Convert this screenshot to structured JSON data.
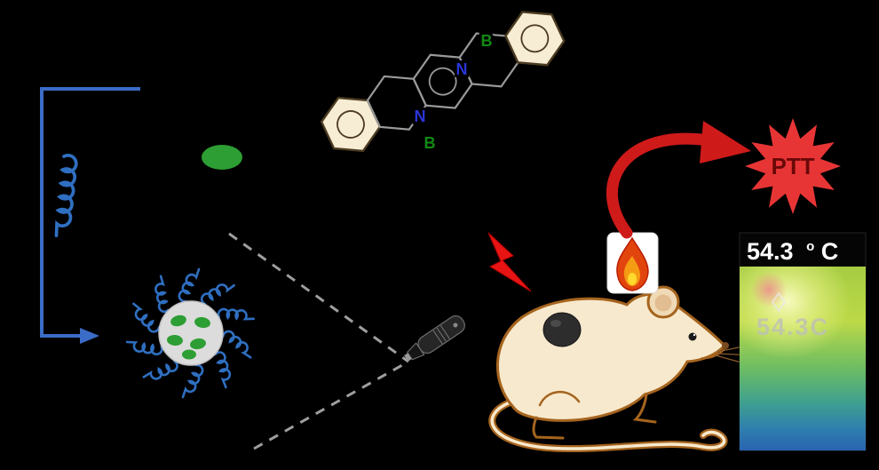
{
  "figure": {
    "background": "#000000",
    "molecule": {
      "name": "BN-doped-acene-structure",
      "ring_fill": "#f7ecd4",
      "bond_color": "#9a9a9a",
      "outline_color": "#4a3a20",
      "atoms": [
        {
          "label": "B",
          "color": "#128912"
        },
        {
          "label": "N",
          "color": "#2a35d8"
        },
        {
          "label": "N",
          "color": "#2a35d8"
        },
        {
          "label": "B",
          "color": "#128912"
        }
      ]
    },
    "polymer_color": "#2f6fc1",
    "dye_color": "#2d9e33",
    "nanoparticle_color": "#dcdcdc",
    "synthesis_arrow_color": "#3b6cc7",
    "dashed_line_color": "#9e9e9e",
    "laser": {
      "body_color": "#262626"
    },
    "bolt_color": "#e81414",
    "flame": {
      "outer": "#e2440e",
      "inner": "#f59b14",
      "core": "#ffd92b"
    },
    "curved_arrow_color": "#cf1a1a",
    "ptt": {
      "label": "PTT",
      "fill": "#e73535",
      "stroke": "#a81414",
      "text_color": "#6b0808"
    },
    "mouse": {
      "body": "#f7e9cd",
      "outline": "#a5641e",
      "tumor": "#2d2d2d"
    },
    "thermal": {
      "temp_value": "54.3",
      "temp_sup": "o",
      "temp_unit": "C",
      "overlay_reading": "54.3C",
      "text_color": "#ffffff",
      "overlay_color": "#bdbdbd"
    }
  }
}
